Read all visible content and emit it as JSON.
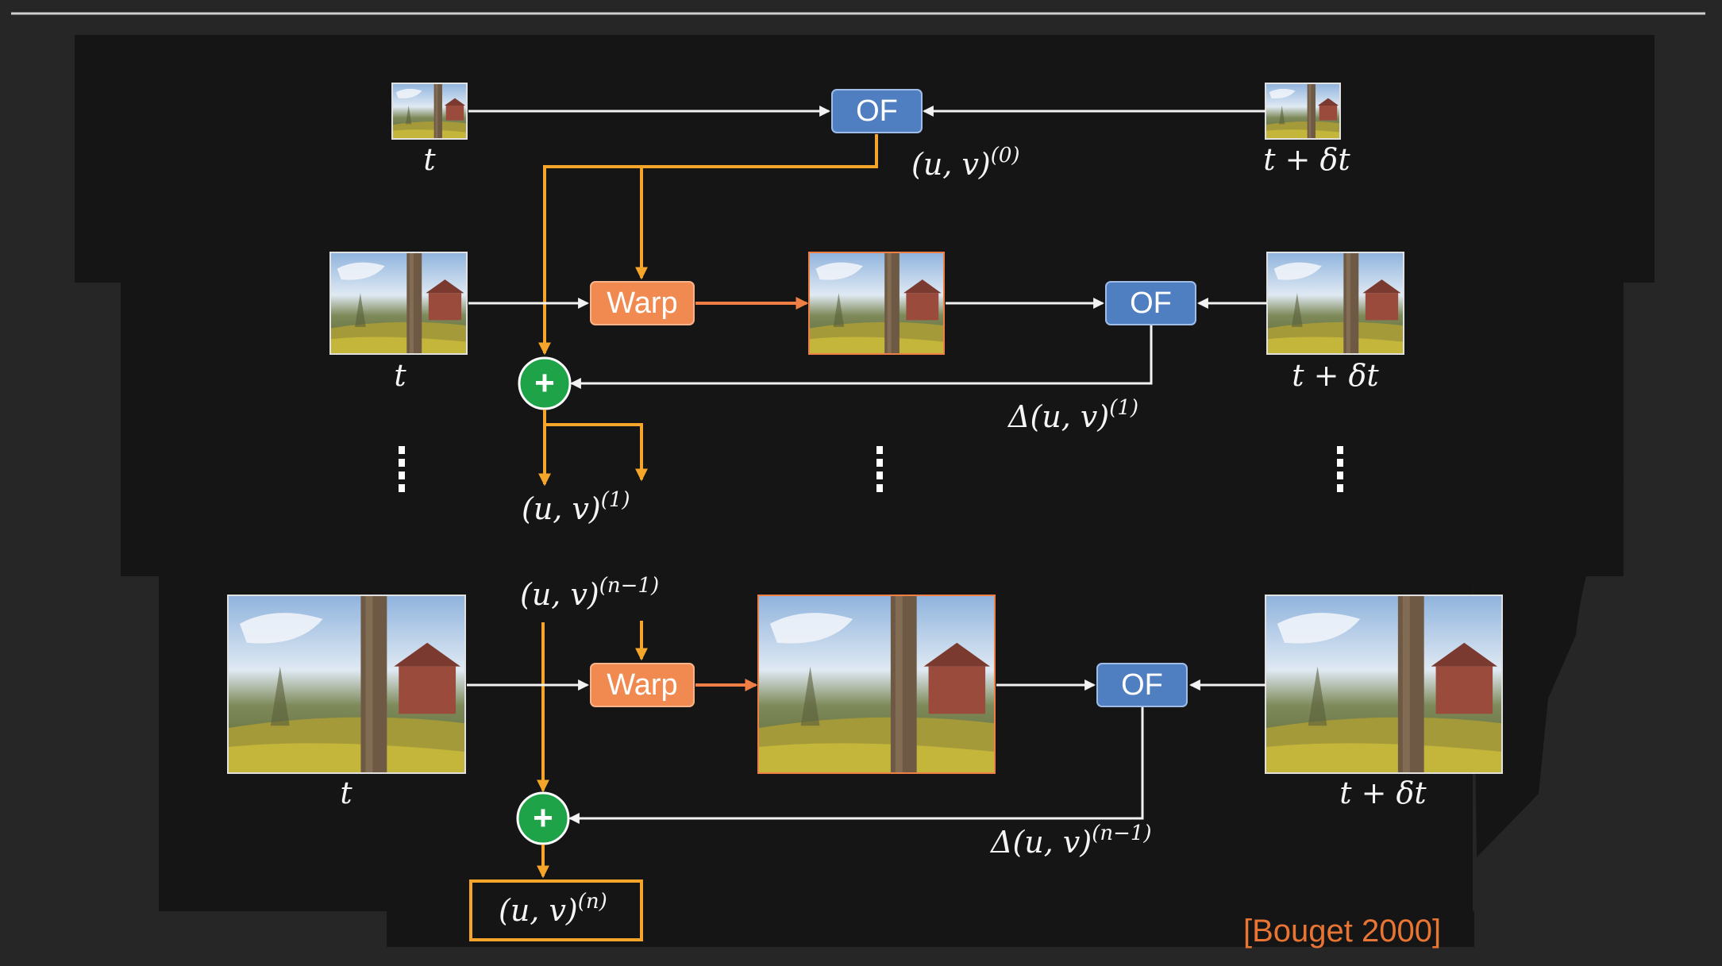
{
  "colors": {
    "slide_bg": "#262626",
    "panel_bg": "#151515",
    "arrow_white": "#f2f2f2",
    "arrow_orange": "#f4a52a",
    "arrow_red_orange": "#ef7f45",
    "of_box": "#4f7fc1",
    "warp_box": "#f18a50",
    "plus_node": "#1fa349",
    "citation": "#e97534",
    "math_text": "#f5f5f5"
  },
  "levels": [
    {
      "of_label": "OF",
      "left_frame_label": "t",
      "right_frame_label": "t + δt",
      "flow_label": "(u, v)",
      "flow_superscript": "(0)"
    },
    {
      "of_label": "OF",
      "warp_label": "Warp",
      "left_frame_label": "t",
      "right_frame_label": "t + δt",
      "delta_label": "Δ(u, v)",
      "delta_superscript": "(1)",
      "output_label": "(u, v)",
      "output_superscript": "(1)"
    },
    {
      "of_label": "OF",
      "warp_label": "Warp",
      "left_frame_label": "t",
      "right_frame_label": "t + δt",
      "input_label": "(u, v)",
      "input_superscript": "(n−1)",
      "delta_label": "Δ(u, v)",
      "delta_superscript": "(n−1)",
      "output_label": "(u, v)",
      "output_superscript": "(n)"
    }
  ],
  "plus_symbol": "+",
  "citation": "[Bouget 2000]"
}
